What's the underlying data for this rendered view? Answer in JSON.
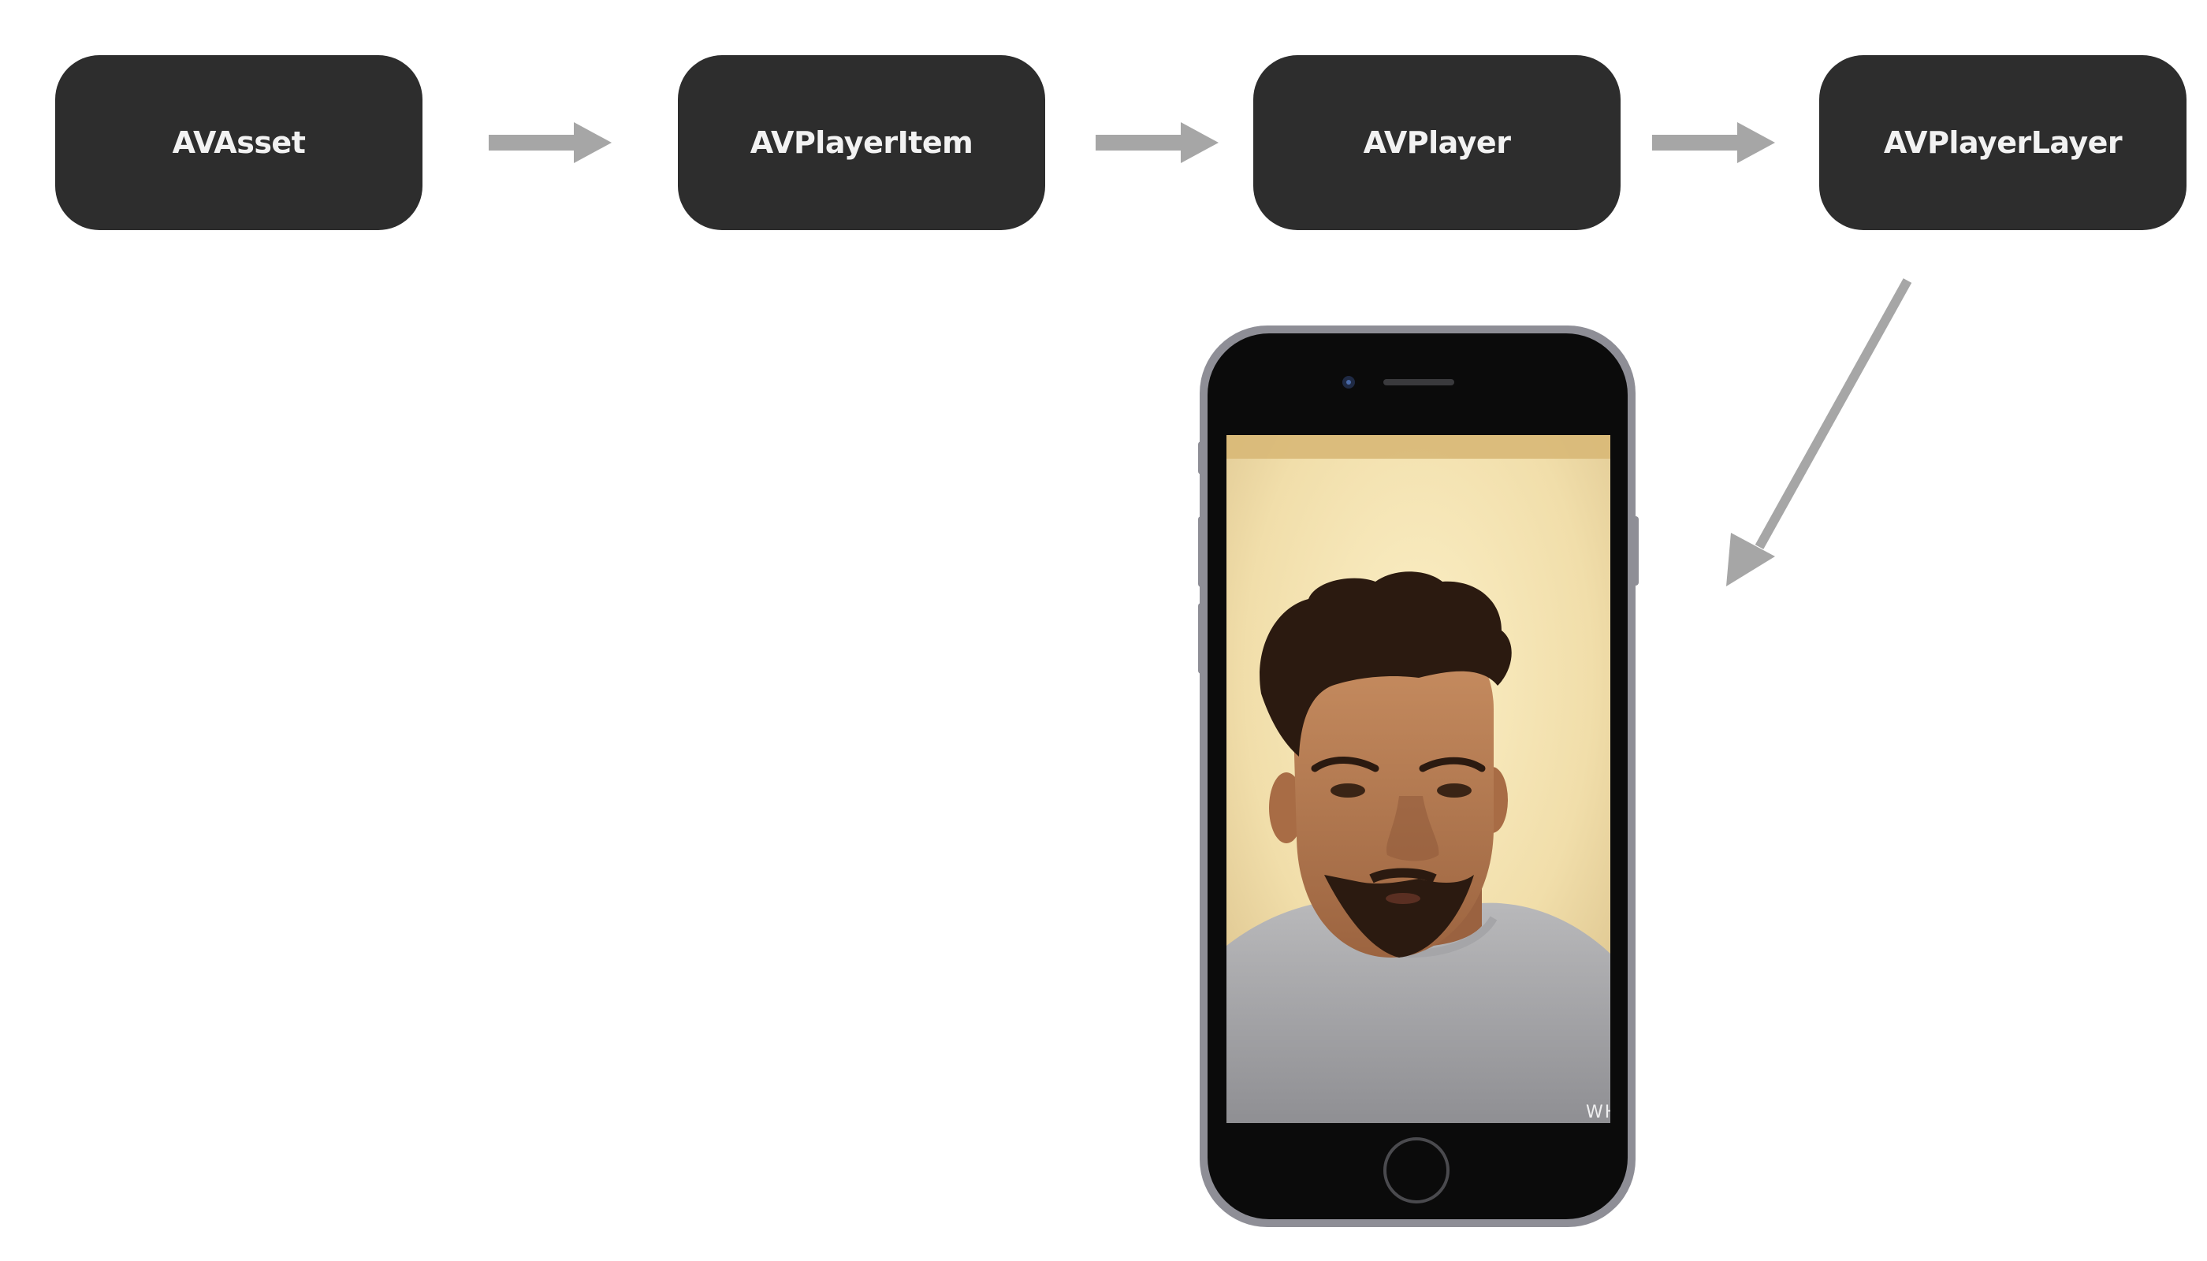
{
  "diagram": {
    "nodes": [
      {
        "id": "asset",
        "label": "AVAsset"
      },
      {
        "id": "item",
        "label": "AVPlayerItem"
      },
      {
        "id": "player",
        "label": "AVPlayer"
      },
      {
        "id": "layer",
        "label": "AVPlayerLayer"
      }
    ],
    "edges": [
      {
        "from": "asset",
        "to": "item"
      },
      {
        "from": "item",
        "to": "player"
      },
      {
        "from": "player",
        "to": "layer"
      },
      {
        "from": "layer",
        "to": "phone-screen"
      }
    ]
  },
  "phone": {
    "video_watermark": "WHAL"
  },
  "colors": {
    "node_fill": "#2d2d2d",
    "node_text": "#f2f2f2",
    "arrow": "#a6a6a6",
    "phone_body": "#0b0b0b",
    "phone_bezel": "#8e8e96"
  }
}
